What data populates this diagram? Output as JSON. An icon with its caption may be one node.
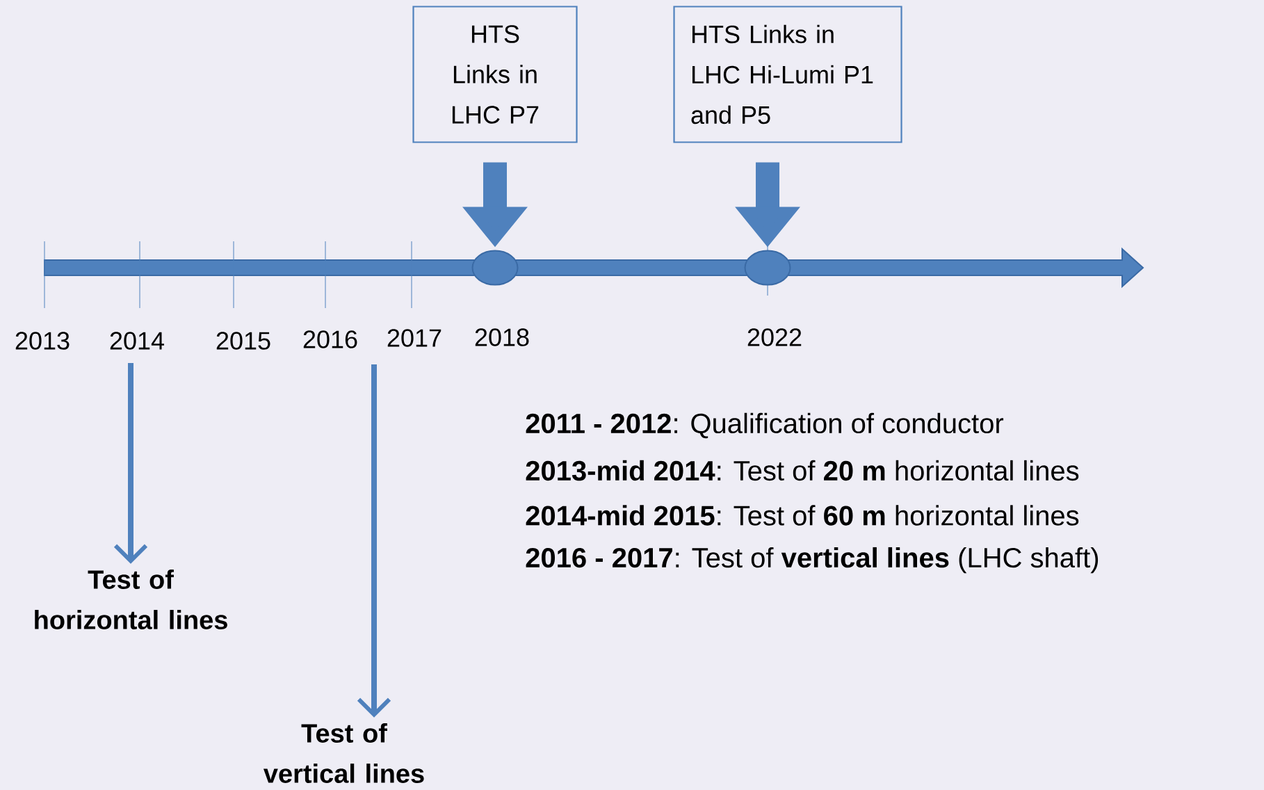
{
  "diagram": {
    "nodes": [
      {
        "text": [
          "HTS Links in LHC P7"
        ]
      },
      {
        "text": [
          "HTS Links in LHC Hi-Lumi P1 and P5"
        ]
      },
      {
        "text": [],
        "shape": "circle",
        "beside": [
          "2018"
        ]
      },
      {
        "text": [],
        "shape": "circle",
        "beside": [
          "2022"
        ]
      },
      {
        "text": [
          "Test of horizontal lines"
        ]
      },
      {
        "text": [
          "Test of vertical lines"
        ]
      }
    ],
    "edges": [
      {
        "from": 0,
        "to": 2,
        "arrow": "to",
        "style": "thick"
      },
      {
        "from": 1,
        "to": 3,
        "arrow": "to",
        "style": "thick"
      },
      {
        "from": null,
        "to": 4,
        "arrow": "to"
      },
      {
        "from": null,
        "to": 5,
        "arrow": "to"
      }
    ],
    "labels": [
      "2013",
      "2014",
      "2015",
      "2016",
      "2017",
      "**2011 -       2012**: Qualification of conductor",
      "**2013-mid 2014**: Test of **20 m** horizontal lines",
      "**2014-mid 2015**: Test of **60 m** horizontal lines",
      "**2016   -       2017**: Test of **vertical lines** (LHC shaft)"
    ]
  }
}
